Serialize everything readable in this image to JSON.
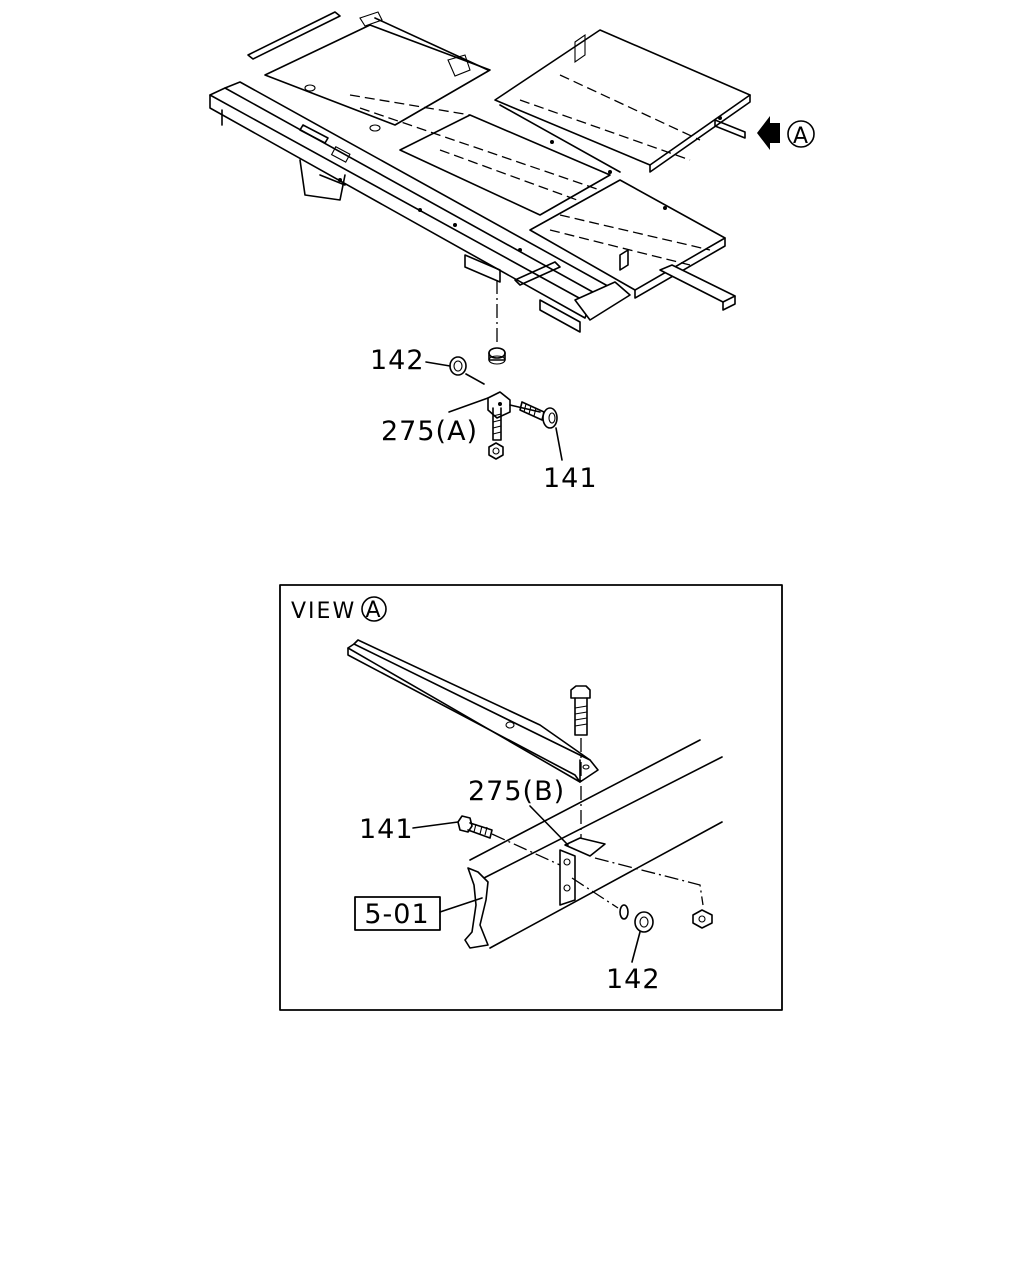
{
  "callouts": {
    "top_142": "142",
    "top_275": "275(A)",
    "top_141": "141",
    "view_mark": "A",
    "view_title": "VIEW",
    "view_275": "275(B)",
    "view_141": "141",
    "view_ref": "5-01",
    "view_142": "142"
  }
}
